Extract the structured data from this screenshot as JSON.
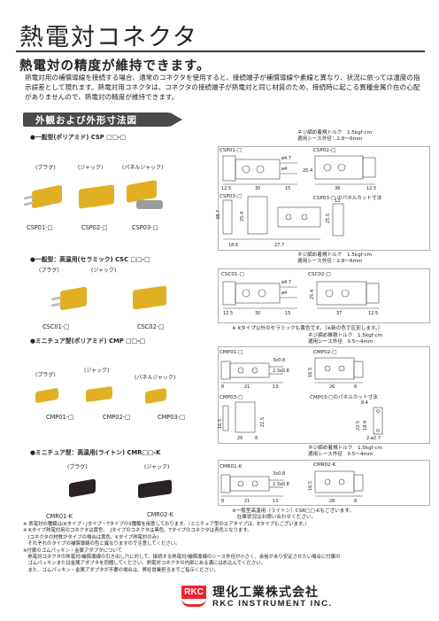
{
  "header": {
    "title": "熱電対コネクタ",
    "subtitle": "熱電対の精度が維持できます。",
    "intro": "熱電対用の補償導線を接続する場合、通常のコネクタを使用すると、接続端子が補償導線や素線と異なり、状況に依っては温度の指示誤差として現れます。熱電対用コネクタは、コネクタの接続端子が熱電対と同じ材質のため、接続時に起こる異種金属介在の心配がありませんので、熱電対の精度が維持できます。",
    "section": "外観および外形寸法図"
  },
  "groups": [
    {
      "title": "●一般型(ポリアミド) CSP □□-□",
      "torque": "ネジ締め着規トルク　1.5kgf·cm\n適用シース外径：2.8〜6mm",
      "product_labels": [
        "(プラグ)",
        "(ジャック)",
        "(パネルジャック)"
      ],
      "product_names": [
        "CSP01-□",
        "CSP02-□",
        "CSP03-□"
      ],
      "drawing_labels": [
        "CSP01-□",
        "CSP02-□",
        "CSP03-□",
        "CSP03-□ のパネルカット寸法"
      ],
      "dims": [
        "12.5",
        "30",
        "15",
        "36",
        "12.5",
        "ø4.7",
        "ø4",
        "25.4",
        "38.7",
        "25.4",
        "18.6",
        "27.7",
        "13",
        "25.5"
      ]
    },
    {
      "title": "●一般型：高温用(セラミック) CSC □□-□",
      "torque": "ネジ締め着規トルク　1.5kgf·cm\n適用シース外径：2.8〜6mm",
      "product_labels": [
        "(プラグ)",
        "(ジャック)"
      ],
      "product_names": [
        "CSC01-□",
        "CSC02-□"
      ],
      "drawing_labels": [
        "CSC01-□",
        "CSC02-□"
      ],
      "dims": [
        "12.5",
        "30",
        "15",
        "37",
        "12.5",
        "ø4.7",
        "ø4",
        "25.4"
      ],
      "note": "※ Kタイプ以外のセラミックも黄色です。（※新の色で区別します。）"
    },
    {
      "title": "●ミニチュア型(ポリアミド) CMP □□-□",
      "torque": "ネジ締め推積トルク　1.5kgf·cm\n適用シース外径　0.5〜4mm",
      "product_labels": [
        "(プラグ)",
        "(ジャック)",
        "(パネルジャック)"
      ],
      "product_names": [
        "CMP01-□",
        "CMP02-□",
        "CMP03-□"
      ],
      "drawing_labels": [
        "CMP01-□",
        "CMP02-□",
        "CMP03-□",
        "CMP03-□のパネルカット寸法"
      ],
      "dims": [
        "3x0.8",
        "2.3x0.8",
        "8",
        "21",
        "13",
        "16.5",
        "26",
        "8",
        "16.5",
        "22.5",
        "26",
        "8",
        "8.4",
        "22.5",
        "18.9",
        "2-ø2.7"
      ]
    },
    {
      "title": "●ミニチュア型：高温用(ライトン) CMR□□-K",
      "torque": "ネジ締め着規トルク　1.5kgf·cm\n適用シース外径　0.5〜4mm",
      "product_labels": [
        "(プラグ)",
        "(ジャック)"
      ],
      "product_names": [
        "CMR01-K",
        "CMR02-K"
      ],
      "drawing_labels": [
        "CMR01-K",
        "CMR02-K"
      ],
      "dims": [
        "3x0.8",
        "2.3x0.8",
        "8",
        "21",
        "13",
        "16.5",
        "26",
        "8"
      ],
      "note": "※一般型高温用（ライトン）CSR□□-Kもございます。\n　在庫状況はお問い合わせください。"
    }
  ],
  "footnotes": [
    "※ 表電対の種類は(Kタイプ・Jタイプ・Tタイプの3種類を用意しております。（ミニチュア型のエアタイプは、Eタイプもございます。）",
    "※ Kタイプ熱電対用のコネクタは黄色、　Jタイプのコネクタは黒色、Tタイプのコネクタは青色となります。",
    "　(コネクタの材質がタイプの場合は黄色、Kタイプ熱電対のみ)",
    "　それぞれのタイプの補償導線の色と異なりますので注意してください。",
    "※付属のゴムパッキン・金属アダプタについて",
    "　熱電対コネクタの熱電対/補償導線の引き出し穴に対して、接続する熱電対/補償導線のシース外径が小さく、余裕があり安定させたい場合に付属の",
    "　ゴムパッキンまたは金属アダプタを同梱してください。熱電対コネクタの内部にある溝にはめ込んでください。",
    "　また、ゴムパッキン・金属アダプタが不要の場合は、弊社営業担当までご指示ください。"
  ],
  "footer": {
    "logo_text": "RKC",
    "company_ja": "理化工業株式会社",
    "company_en": "RKC INSTRUMENT INC."
  },
  "colors": {
    "connector_yellow": "#e0b022",
    "connector_black": "#2a2226",
    "brand_red": "#e8262d",
    "section_bar": "#4a4a4a"
  }
}
